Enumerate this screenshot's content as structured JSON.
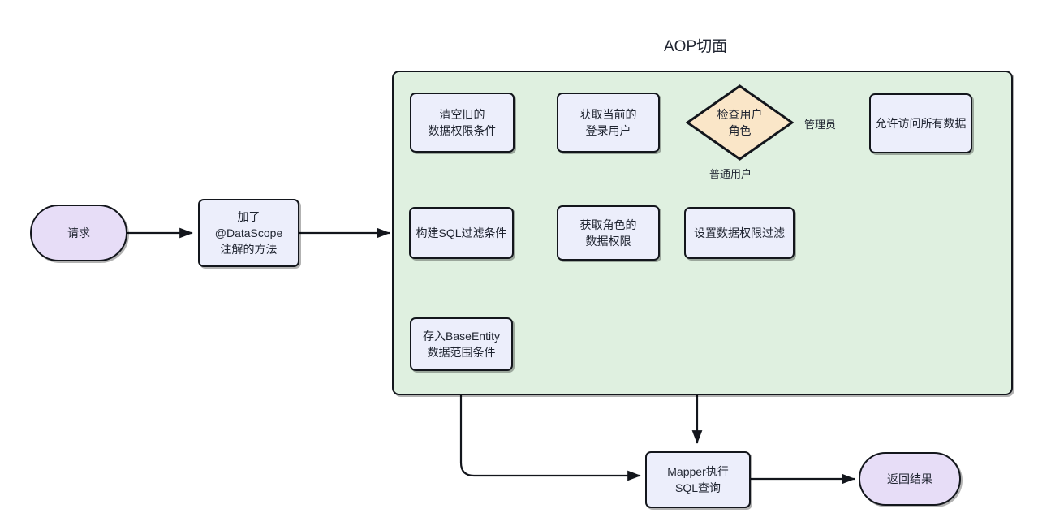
{
  "diagram": {
    "title_visible": "AOP切面",
    "group": {
      "label": "AOP切面",
      "fill": "#dff0e0",
      "stroke": "#13161c"
    },
    "colors": {
      "process_fill": "#eceefb",
      "terminator_fill": "#e7ddf7",
      "decision_fill": "#fae6c8",
      "stroke": "#13161c",
      "text": "#1f2430"
    },
    "nodes": [
      {
        "id": "request",
        "type": "terminator",
        "label": "请求"
      },
      {
        "id": "datascope",
        "type": "process",
        "label": "加了\n@DataScope\n注解的方法"
      },
      {
        "id": "clear-old",
        "type": "process",
        "label": "清空旧的\n数据权限条件"
      },
      {
        "id": "get-user",
        "type": "process",
        "label": "获取当前的\n登录用户"
      },
      {
        "id": "check-role",
        "type": "decision",
        "label": "检查用户\n角色"
      },
      {
        "id": "allow-all",
        "type": "process",
        "label": "允许访问所有数据"
      },
      {
        "id": "set-filter",
        "type": "process",
        "label": "设置数据权限过滤"
      },
      {
        "id": "get-scope",
        "type": "process",
        "label": "获取角色的\n数据权限"
      },
      {
        "id": "build-sql",
        "type": "process",
        "label": "构建SQL过滤条件"
      },
      {
        "id": "store-entity",
        "type": "process",
        "label": "存入BaseEntity\n数据范围条件"
      },
      {
        "id": "mapper-exec",
        "type": "process",
        "label": "Mapper执行\nSQL查询"
      },
      {
        "id": "return-result",
        "type": "terminator",
        "label": "返回结果"
      }
    ],
    "edge_labels": {
      "admin": "管理员",
      "normal_user": "普通用户"
    }
  }
}
